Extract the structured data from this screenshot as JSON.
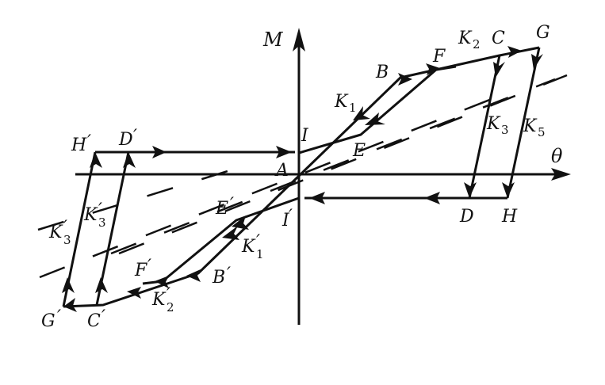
{
  "axes": {
    "y_label": "M",
    "x_label": "θ"
  },
  "labels": {
    "A": "A",
    "I": "I",
    "I_prime": "I",
    "E": "E",
    "E_prime": "E",
    "B": "B",
    "B_prime": "B",
    "F": "F",
    "F_prime": "F",
    "C": "C",
    "C_prime": "C",
    "G": "G",
    "G_prime": "G",
    "D": "D",
    "D_prime": "D",
    "H": "H",
    "H_prime": "H",
    "K": "K",
    "sub1": "1",
    "sub2": "2",
    "sub3": "3",
    "sub5": "5",
    "prime": "′"
  },
  "colors": {
    "ink": "#111111",
    "background": "#ffffff"
  }
}
